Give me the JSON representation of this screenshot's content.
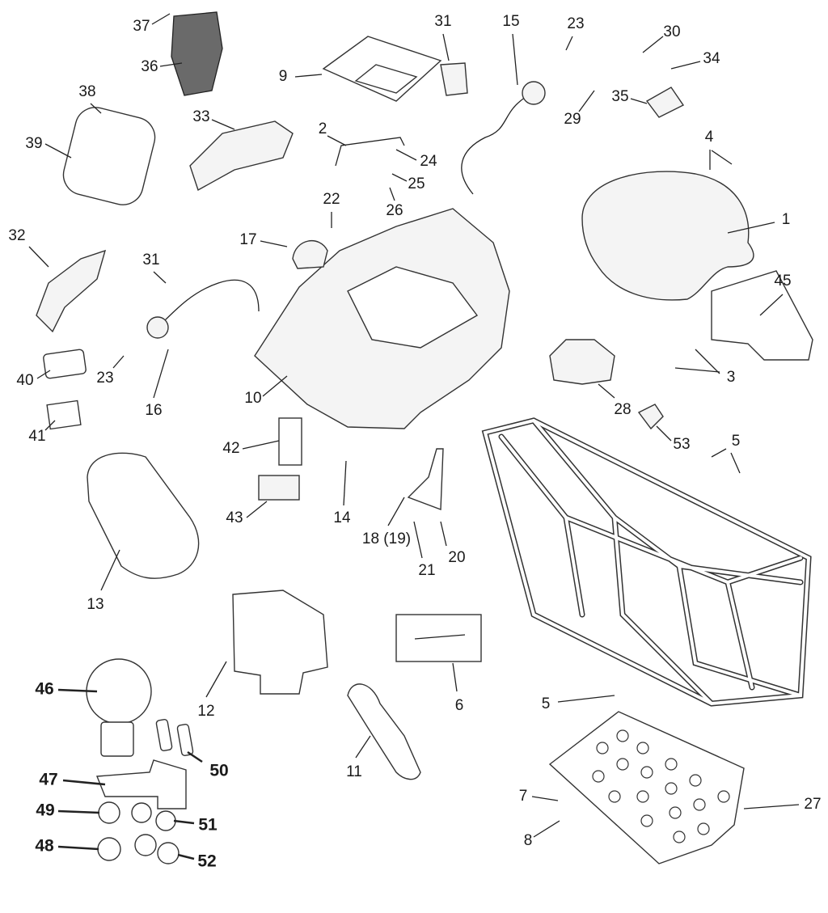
{
  "labels": [
    "37",
    "36",
    "31",
    "15",
    "23",
    "30",
    "34",
    "9",
    "38",
    "29",
    "35",
    "33",
    "39",
    "2",
    "24",
    "4",
    "25",
    "26",
    "22",
    "17",
    "1",
    "32",
    "31",
    "45",
    "3",
    "23",
    "40",
    "16",
    "10",
    "28",
    "41",
    "42",
    "53",
    "5",
    "14",
    "43",
    "18 (19)",
    "20",
    "21",
    "13",
    "6",
    "5",
    "46",
    "12",
    "50",
    "11",
    "47",
    "7",
    "27",
    "49",
    "51",
    "8",
    "48",
    "52"
  ],
  "colors": {
    "line": "#222222",
    "part_fill": "#f4f4f4",
    "dark_part": "#6a6a6a"
  }
}
